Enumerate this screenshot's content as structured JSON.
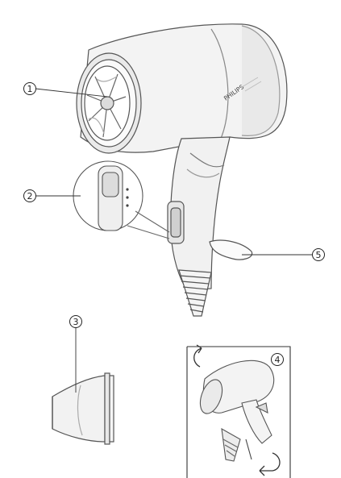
{
  "callouts": [
    {
      "id": "1",
      "text": "1"
    },
    {
      "id": "2",
      "text": "2"
    },
    {
      "id": "3",
      "text": "3"
    },
    {
      "id": "4",
      "text": "4"
    },
    {
      "id": "5",
      "text": "5"
    }
  ],
  "branding": {
    "brand": "PHILIPS"
  }
}
